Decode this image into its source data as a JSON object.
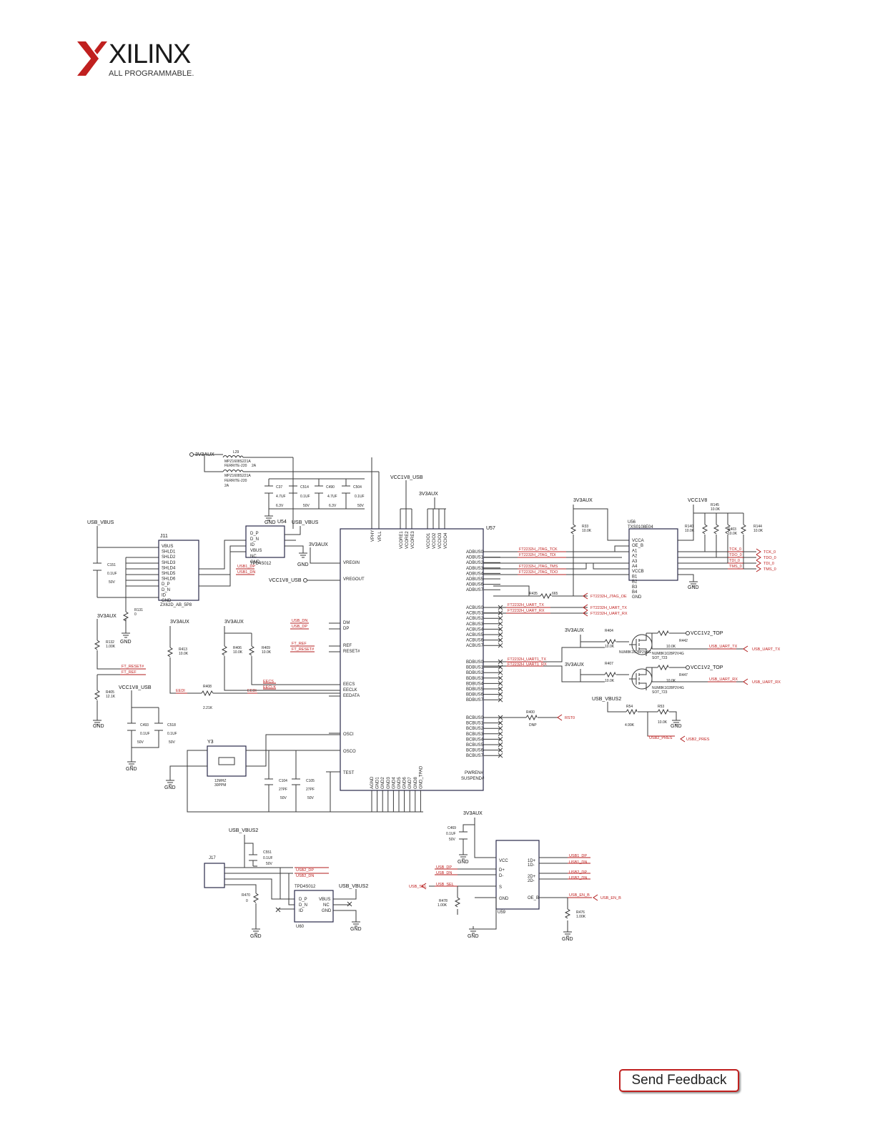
{
  "logo": {
    "name": "XILINX",
    "tagline": "ALL PROGRAMMABLE.",
    "brand_color": "#c0201f"
  },
  "feedback": {
    "label": "Send Feedback"
  },
  "schematic": {
    "power": {
      "aux_top": "3V3AUX",
      "vcc1v8_usb": "VCC1V8_USB",
      "aux_mid": "3V3AUX",
      "aux_right": "3V3AUX",
      "vcc1v8": "VCC1V8",
      "usb_vbus": "USB_VBUS",
      "usb_vbus_b": "USB_VBUS",
      "aux_c": "3V3AUX",
      "vcc1v8_usb_b": "VCC1V8_USB",
      "aux_left": "3V3AUX",
      "aux_l2": "3V3AUX",
      "aux_l3": "3V3AUX",
      "aux_r2": "3V3AUX",
      "aux_r3": "3V3AUX",
      "usb_vbus2": "USB_VBUS2",
      "usb_vbus2_b": "USB_VBUS2",
      "usb_vbus2_c": "USB_VBUS2",
      "aux_bot": "3V3AUX",
      "vcc1v2_top": "VCC1V2_TOP",
      "vcc1v2_top_b": "VCC1V2_TOP",
      "gnd": "GND"
    },
    "parts": {
      "l29": "L29",
      "l29_val": "MPZ1608S221A",
      "ferrite": "FERRITE-220",
      "ferrite_i": "2A",
      "l30_val": "MPZ1608S221A",
      "ferrite_b": "FERRITE-220",
      "ferrite_i_b": "2A",
      "c_a": "C37",
      "c_a_v": "4.7UF",
      "c_a_r": "6.3V",
      "c_b": "C514",
      "c_b_v": "0.1UF",
      "c_b_r": "50V",
      "c_c": "C490",
      "c_c_v": "4.7UF",
      "c_c_r": "6.3V",
      "c_d": "C504",
      "c_d_v": "0.1UF",
      "c_d_r": "50V",
      "u54": "U54",
      "u54_name": "TPD4S012",
      "u57": "U57",
      "u56": "U56",
      "u56_name": "TXS0108E04",
      "j11": "J11",
      "j11_name": "ZX62D_AB_5P8",
      "c151": "C151",
      "c151_v": "0.1UF",
      "c151_r": "50V",
      "r131": "R131",
      "r131_v": "0",
      "r132": "R132",
      "r132_v": "1.00K",
      "r405": "R405",
      "r405_v": "12.1K",
      "r413": "R413",
      "r413_v": "10.0K",
      "r406": "R406",
      "r406_v": "10.0K",
      "r409": "R409",
      "r409_v": "10.0K",
      "r408": "R408",
      "r408_v": "2.21K",
      "c493": "C493",
      "c493_v": "0.1UF",
      "c493_r": "50V",
      "c518": "C518",
      "c518_v": "0.1UF",
      "c518_r": "50V",
      "y3": "Y3",
      "y3_f": "12MHZ",
      "y3_p": "30PPM",
      "c104": "C104",
      "c104_v": "27PF",
      "c104_r": "50V",
      "c105": "C105",
      "c105_v": "27PF",
      "c105_r": "50V",
      "r33": "R33",
      "r33_v": "10.0K",
      "r140": "R140",
      "r140_v": "10.0K",
      "r145": "R145",
      "r145_v": "10.0K",
      "r403": "R403",
      "r403_v": "10.0K",
      "r144": "R144",
      "r144_v": "10.0K",
      "r435": "R435",
      "r435_v": "665",
      "r404": "R404",
      "r404_v": "10.0K",
      "r407": "R407",
      "r407_v": "10.0K",
      "q_tx": "NUM8K1028P2V4G",
      "q_tx_pkg": "SOT_723",
      "q_rx": "NUM8K1028P2V4G",
      "q_rx_pkg": "SOT_723",
      "r442": "R442",
      "r442_v": "10.0K",
      "r447": "R447",
      "r447_v": "10.0K",
      "r54": "R54",
      "r54_v": "4.99K",
      "r53": "R53",
      "r53_v": "10.0K",
      "r400": "R400",
      "r400_v": "DNP",
      "j17": "J17",
      "c551": "C551",
      "c551_v": "0.1UF",
      "c551_r": "50V",
      "r470": "R470",
      "r470_v": "0",
      "u60": "U60",
      "u60_name": "TPD4S012",
      "c469": "C469",
      "c469_v": "0.1UF",
      "c469_r": "50V",
      "r478": "R478",
      "r478_v": "1.00K",
      "r476": "R476",
      "r476_v": "1.00K",
      "u59": "U59"
    },
    "nets": {
      "usb1_dp": "USB1_DP",
      "usb1_dn": "USB1_DN",
      "usb_dn": "USB_DN",
      "usb_dp": "USB_DP",
      "ft_ref": "FT_REF",
      "ft_reset": "FT_RESET#",
      "ft_reset_b": "FT_RESET#",
      "ft_ref_b": "FT_REF",
      "eecs": "EECS",
      "eeclk": "EECLK",
      "eedi": "EEDI",
      "eedi_b": "EEDI",
      "tck": "FT2232H_JTAG_TCK",
      "tdi": "FT2232H_JTAG_TDI",
      "tdo": "FT2232H_JTAG_TDO",
      "tms": "FT2232H_JTAG_TMS",
      "jtag_oe": "FT2232H_JTAG_OE",
      "uart_tx": "FT2232H_UART_TX",
      "uart_rx": "FT2232H_UART_RX",
      "uart_tx_l": "FT2232H_UART_TX",
      "uart_rx_l": "FT2232H_UART_RX",
      "uart1_tx": "FT2232H_UART1_TX",
      "uart1_rx": "FT2232H_UART1_RX",
      "tck0": "TCK_0",
      "tdo0": "TDO_0",
      "tdi0": "TDI_0",
      "tms0": "TMS_0",
      "tck0b": "TCK_0",
      "tdo0b": "TDO_0",
      "tdi0b": "TDI_0",
      "tms0b": "TMS_0",
      "usb_uart_tx": "USB_UART_TX",
      "usb_uart_tx_b": "USB_UART_TX",
      "usb_uart_rx": "USB_UART_RX",
      "usb_uart_rx_b": "USB_UART_RX",
      "rst": "RST0",
      "usb2_pres": "USB2_PRES",
      "usb2_pres_b": "USB2_PRES",
      "usb2_dp": "USB2_DP",
      "usb2_dn": "USB2_DN",
      "usb_dp_b": "USB_DP",
      "usb_dn_b": "USB_DN",
      "usb_sel": "USB_SEL",
      "usb_sel_b": "USB_SEL",
      "usb1_dp_b": "USB1_DP",
      "usb1_dn_b": "USB1_DN",
      "usb2_dp_b": "USB2_DP",
      "usb2_dn_b": "USB2_DN",
      "usb_en": "USB_EN_B",
      "usb_en_b": "USB_EN_B"
    },
    "pins": {
      "vregin": "VREGIN",
      "vregout": "VREGOUT",
      "dm": "DM",
      "dp": "DP",
      "ref": "REF",
      "reset": "RESET#",
      "eecs": "EECS",
      "eeclk": "EECLK",
      "eedata": "EEDATA",
      "osci": "OSCI",
      "osco": "OSCO",
      "test": "TEST",
      "pwren": "PWREN#",
      "suspend": "SUSPEND#",
      "vphy": "VPHY",
      "vpll": "VPLL",
      "vcore1": "VCORE1",
      "vcore2": "VCORE2",
      "vcore3": "VCORE3",
      "vccio1": "VCCIO1",
      "vccio2": "VCCIO2",
      "vccio3": "VCCIO3",
      "vccio4": "VCCIO4",
      "adbus": [
        "ADBUS0",
        "ADBUS1",
        "ADBUS2",
        "ADBUS3",
        "ADBUS4",
        "ADBUS5",
        "ADBUS6",
        "ADBUS7"
      ],
      "acbus": [
        "ACBUS0",
        "ACBUS1",
        "ACBUS2",
        "ACBUS3",
        "ACBUS4",
        "ACBUS5",
        "ACBUS6",
        "ACBUS7"
      ],
      "bdbus": [
        "BDBUS0",
        "BDBUS1",
        "BDBUS2",
        "BDBUS3",
        "BDBUS4",
        "BDBUS5",
        "BDBUS6",
        "BDBUS7"
      ],
      "bcbus": [
        "BCBUS0",
        "BCBUS1",
        "BCBUS2",
        "BCBUS3",
        "BCBUS4",
        "BCBUS5",
        "BCBUS6",
        "BCBUS7"
      ],
      "gnds": [
        "AGND",
        "GND1",
        "GND2",
        "GND3",
        "GND4",
        "GND5",
        "GND6",
        "GND7",
        "GND8",
        "GND_TPAD"
      ],
      "j11": [
        "VBUS",
        "SHLD1",
        "SHLD2",
        "SHLD3",
        "SHLD4",
        "SHLD5",
        "SHLD6",
        "D_P",
        "D_N",
        "ID",
        "GND"
      ],
      "u54": [
        "D_P",
        "D_N",
        "ID",
        "VBUS",
        "NC",
        "GND"
      ],
      "u56": [
        "VCCA",
        "OE_B",
        "A1",
        "A2",
        "A3",
        "A4",
        "VCCB",
        "B1",
        "B2",
        "B3",
        "B4",
        "GND"
      ],
      "u59": [
        "VCC",
        "D+",
        "D-",
        "S",
        "GND",
        "1D+",
        "1D-",
        "2D+",
        "2D-",
        "OE_B"
      ]
    }
  }
}
